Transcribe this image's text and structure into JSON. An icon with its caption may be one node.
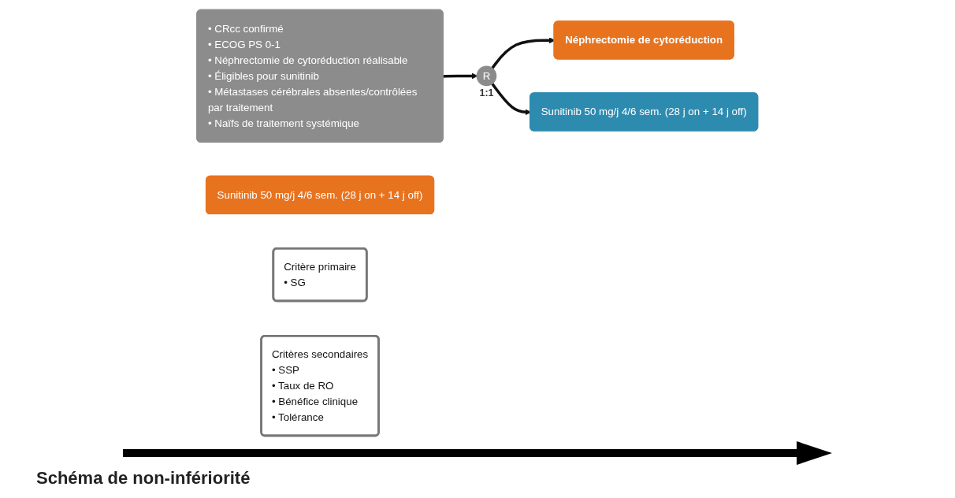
{
  "diagram": {
    "caption": "Schéma de non-infériorité",
    "nodes": [
      {
        "text": [
          "• CRcc confirmé",
          "• ECOG PS 0-1",
          "• Néphrectomie de cytoréduction réalisable",
          "• Éligibles pour sunitinib",
          "• Métastases cérébrales absentes/contrôlées par traitement",
          "• Naïfs de traitement systémique"
        ]
      },
      {
        "text": [
          "R"
        ],
        "beside": [
          "1:1"
        ]
      },
      {
        "text": [
          "Néphrectomie de cytoréduction"
        ]
      },
      {
        "text": [
          "Sunitinib 50 mg/j 4/6 sem. (28 j on + 14 j off)"
        ]
      },
      {
        "text": [
          "Sunitinib 50 mg/j 4/6 sem. (28 j on + 14 j off)"
        ]
      },
      {
        "text": [
          "Critère primaire",
          "• SG"
        ]
      },
      {
        "text": [
          "Critères secondaires",
          "• SSP",
          "• Taux de RO",
          "• Bénéfice clinique",
          "• Tolérance"
        ]
      }
    ],
    "edges": [
      {
        "from": 0,
        "to": 1,
        "arrow": "to"
      },
      {
        "from": 1,
        "to": 2,
        "arrow": "to"
      },
      {
        "from": 1,
        "to": 4,
        "arrow": "to"
      }
    ]
  }
}
